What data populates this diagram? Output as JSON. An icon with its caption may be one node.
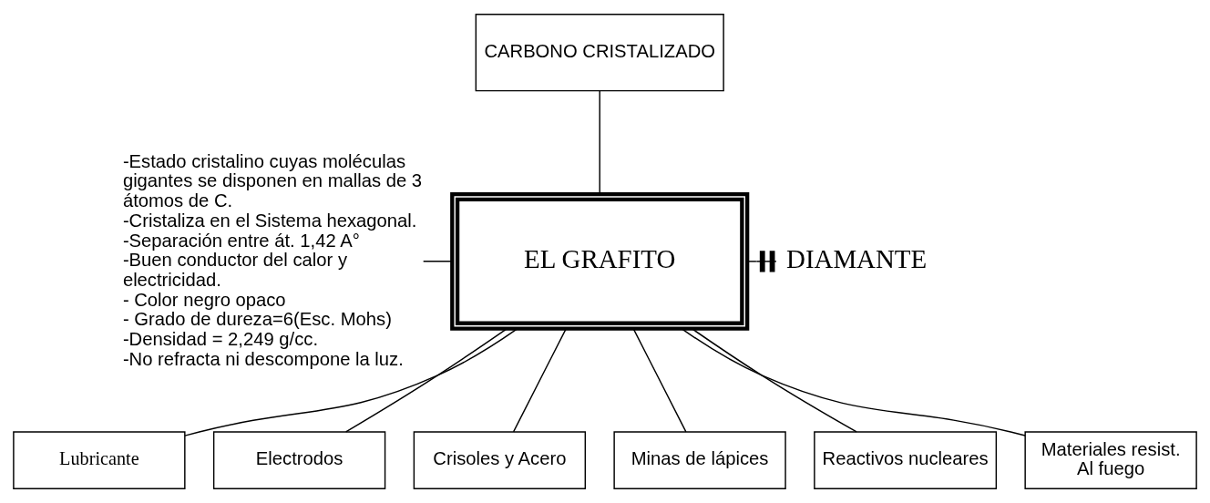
{
  "diagram": {
    "nodes": [
      {
        "text": [
          "CARBONO CRISTALIZADO"
        ]
      },
      {
        "text": [
          "EL GRAFITO"
        ]
      },
      {
        "text": [
          "-Estado cristalino cuyas moléculas gigantes se disponen en mallas de 3 átomos de C.",
          "-Cristaliza en el Sistema hexagonal.",
          "-Separación entre át. 1,42 A°",
          "-Buen conductor del calor y electricidad.",
          "- Color negro opaco",
          "- Grado de dureza=6(Esc. Mohs)",
          "-Densidad = 2,249 g/cc.",
          "-No refracta ni descompone la luz."
        ]
      },
      {
        "text": [
          "DIAMANTE"
        ]
      },
      {
        "text": [
          "Lubricante"
        ]
      },
      {
        "text": [
          "Electrodos"
        ]
      },
      {
        "text": [
          "Crisoles y Acero"
        ]
      },
      {
        "text": [
          "Minas de lápices"
        ]
      },
      {
        "text": [
          "Reactivos nucleares"
        ]
      },
      {
        "text": [
          "Materiales resist. Al fuego"
        ]
      }
    ],
    "edges": [
      {
        "from": 0,
        "to": 1,
        "arrow": "none"
      },
      {
        "from": 2,
        "to": 1,
        "arrow": "none"
      },
      {
        "from": 1,
        "to": 3,
        "arrow": "other"
      },
      {
        "from": 1,
        "to": 4,
        "arrow": "none"
      },
      {
        "from": 1,
        "to": 5,
        "arrow": "none"
      },
      {
        "from": 1,
        "to": 6,
        "arrow": "none"
      },
      {
        "from": 1,
        "to": 7,
        "arrow": "none"
      },
      {
        "from": 1,
        "to": 8,
        "arrow": "none"
      },
      {
        "from": 1,
        "to": 9,
        "arrow": "none"
      }
    ]
  }
}
